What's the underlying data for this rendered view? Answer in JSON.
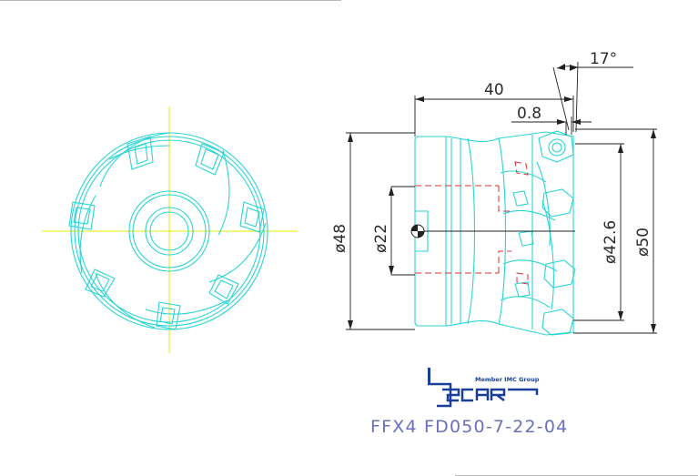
{
  "dimensions": {
    "length": "40",
    "angle": "17°",
    "offset": "0.8",
    "body_diameter": "ø48",
    "bore_diameter": "ø22",
    "pitch_diameter": "ø42.6",
    "cutting_diameter": "ø50"
  },
  "logo": {
    "caption": "Member IMC Group",
    "wordmark": "ISCAR"
  },
  "part_number": "FFX4 FD050-7-22-04",
  "colors": {
    "outline": "#2ad4d4",
    "centerline": "#e8e800",
    "dimension": "#202020",
    "hidden": "#e03030",
    "brand": "#1a3f9a",
    "part_text": "#6a6fc0"
  }
}
